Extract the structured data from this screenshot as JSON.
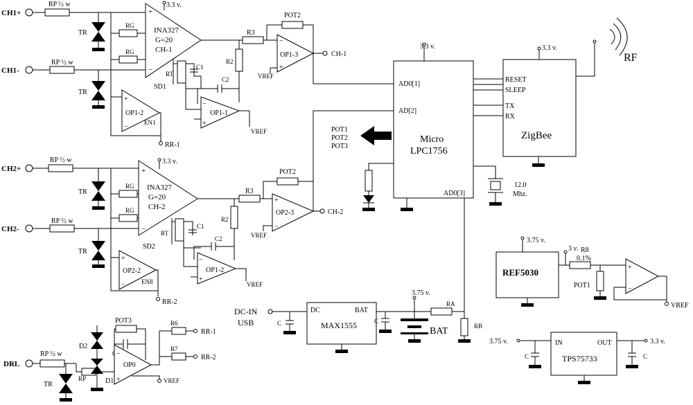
{
  "ch1": {
    "pos": "CH1+",
    "neg": "CH1-",
    "rp": "RP ½ w",
    "tr": "TR",
    "rg": "RG",
    "amp": [
      "INA327",
      "G=20",
      "CH-1"
    ],
    "rt": "RT",
    "sd": "SD1",
    "c1": "C1",
    "c2": "C2",
    "r2": "R2",
    "r3": "R3",
    "pot": "POT2",
    "op_out": "OP1-3",
    "op_ref": "OP1-1",
    "op_rr": "OP1-2",
    "en": "EN1",
    "vref": "VREF",
    "out": "CH-1",
    "rr": "RR-1",
    "supply": "3.3 v."
  },
  "ch2": {
    "pos": "CH2+",
    "neg": "CH2-",
    "rp": "RP ½ w",
    "tr": "TR",
    "rg": "RG",
    "amp": [
      "INA327",
      "G=20",
      "CH-2"
    ],
    "rt": "RT",
    "sd": "SD2",
    "c1": "C1",
    "c2": "C2",
    "r2": "R2",
    "r3": "R3",
    "pot": "POT2",
    "op_out": "OP2-3",
    "op_ref": "OP1-2",
    "op_rr": "OP2-2",
    "en": "EN8",
    "vref": "VREF",
    "out": "CH-2",
    "rr": "RR-2",
    "supply": "3.3 v."
  },
  "drl": {
    "label": "DRL",
    "rp": "RP ½ w",
    "r_small": "RP",
    "tr": "TR",
    "d1": "D1",
    "d2": "D2",
    "pot": "POT3",
    "c": "C",
    "op": "OP0",
    "r6": "R6",
    "r7": "R7",
    "rr1": "RR-1",
    "rr2": "RR-2",
    "vref": "VREF"
  },
  "micro": {
    "title1": "Micro",
    "title2": "LPC1756",
    "ad0": "AD0[1]",
    "ad2": "AD[2]",
    "ad3": "AD0[3]",
    "pots": [
      "POT1",
      "POT2",
      "POT3"
    ],
    "supply": "3.3 v.",
    "xtal": [
      "12.0",
      "Mhz."
    ]
  },
  "zigbee": {
    "title": "ZigBee",
    "pins": [
      "RESET",
      "SLEEP",
      "TX",
      "RX"
    ],
    "supply": "3.3 v.",
    "rf": "RF"
  },
  "ref": {
    "chip": "REF5030",
    "supply": "3.75 v.",
    "v3": "3 v.",
    "r8": "R8",
    "tol": "0.1%",
    "pot": "POT1",
    "vref": "VREF"
  },
  "power": {
    "dcin": "DC-IN",
    "usb": "USB",
    "charger": "MAX1555",
    "dc": "DC",
    "bat_pin": "BAT",
    "c": "C",
    "bat": "BAT",
    "supply": "3.75 v.",
    "ra": "RA",
    "rb": "RB"
  },
  "reg": {
    "chip": "TPS75733",
    "in": "IN",
    "out": "OUT",
    "vin": "3.75 v.",
    "vout": "3.3 v.",
    "c": "C"
  }
}
